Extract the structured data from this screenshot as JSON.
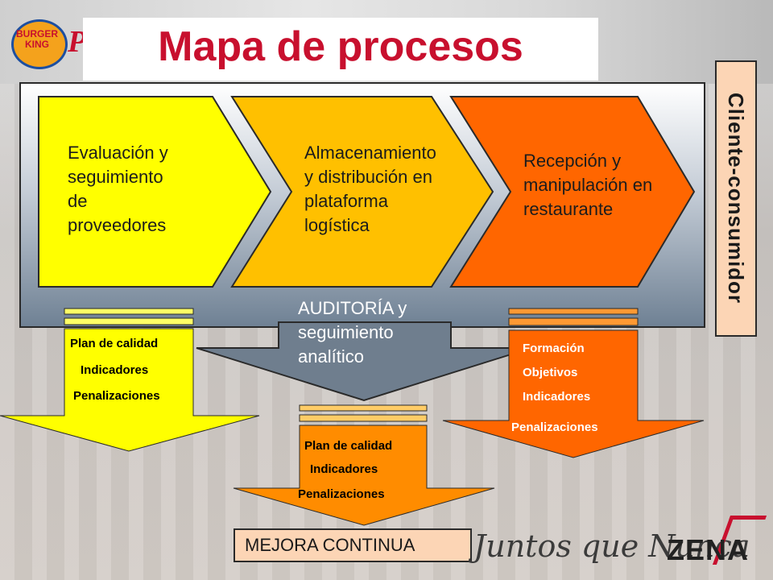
{
  "title": "Mapa de procesos",
  "logos": {
    "burger_king": "BURGER KING",
    "pizza": "P",
    "zena": "ZENA",
    "slogan": "Juntos que Nunca"
  },
  "processes": [
    {
      "id": "p1",
      "lines": [
        "Evaluación y",
        "seguimiento",
        "de",
        "proveedores"
      ],
      "color": "#ffff00"
    },
    {
      "id": "p2",
      "lines": [
        "Almacenamiento",
        "y distribución en",
        "plataforma",
        "logística"
      ],
      "color": "#ffc000"
    },
    {
      "id": "p3",
      "lines": [
        "Recepción y",
        "manipulación en",
        "restaurante"
      ],
      "color": "#ff6600"
    }
  ],
  "auditoria": {
    "lines": [
      "AUDITORÍA y",
      "seguimiento",
      "analítico"
    ]
  },
  "client": "Cliente-consumidor",
  "left_items": [
    "Plan de calidad",
    "Indicadores",
    "Penalizaciones"
  ],
  "center_items": [
    "Plan de calidad",
    "Indicadores",
    "Penalizaciones"
  ],
  "right_items": [
    "Formación",
    "Objetivos",
    "Indicadores",
    "Penalizaciones"
  ],
  "mejora": "MEJORA CONTINUA",
  "colors": {
    "title": "#c8102e",
    "yellow": "#ffff00",
    "amber": "#ffc000",
    "orange": "#ff6600",
    "dark_orange": "#ff8c00",
    "peach": "#fcd5b5"
  }
}
